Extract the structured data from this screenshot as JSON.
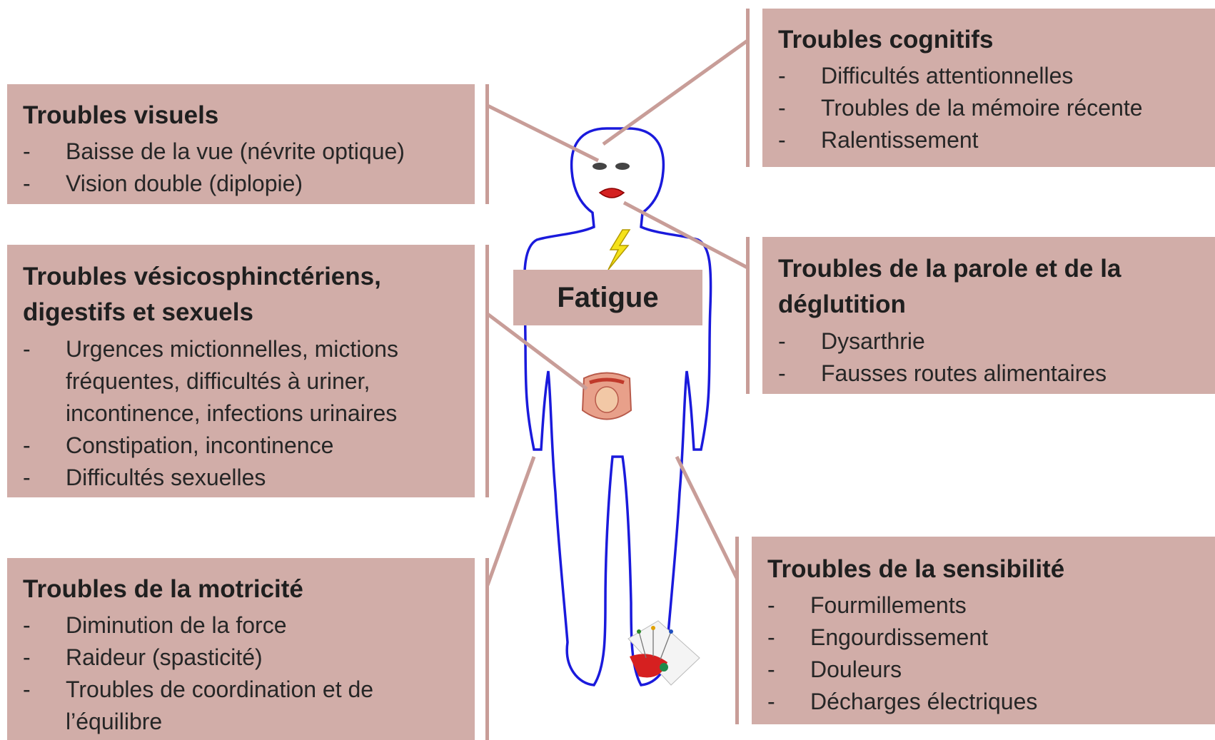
{
  "center": {
    "label": "Fatigue"
  },
  "boxes": {
    "visual": {
      "title": "Troubles visuels",
      "items": [
        "Baisse de la vue (névrite optique)",
        "Vision double (diplopie)"
      ]
    },
    "vesico": {
      "title_line1": "Troubles vésicosphinctériens,",
      "title_line2": "digestifs et sexuels",
      "items": [
        "Urgences mictionnelles, mictions fréquentes, difficultés à uriner, incontinence, infections urinaires",
        "Constipation, incontinence",
        "Difficultés sexuelles"
      ]
    },
    "motor": {
      "title": "Troubles de la motricité",
      "items": [
        "Diminution de la force",
        "Raideur (spasticité)",
        "Troubles de coordination et de l’équilibre"
      ]
    },
    "cognitive": {
      "title": "Troubles cognitifs",
      "items": [
        "Difficultés attentionnelles",
        "Troubles de la mémoire récente",
        "Ralentissement"
      ]
    },
    "speech": {
      "title_line1": "Troubles de la parole et de la",
      "title_line2": "déglutition",
      "items": [
        "Dysarthrie",
        "Fausses routes alimentaires"
      ]
    },
    "sensory": {
      "title": "Troubles de la sensibilité",
      "items": [
        "Fourmillements",
        "Engourdissement",
        "Douleurs",
        "Décharges électriques"
      ]
    }
  },
  "colors": {
    "box_fill": "#d1ada8",
    "connector": "#c89d98",
    "body_outline": "#1a1adc",
    "lightning": "#f5e21a",
    "lips": "#d42020"
  }
}
